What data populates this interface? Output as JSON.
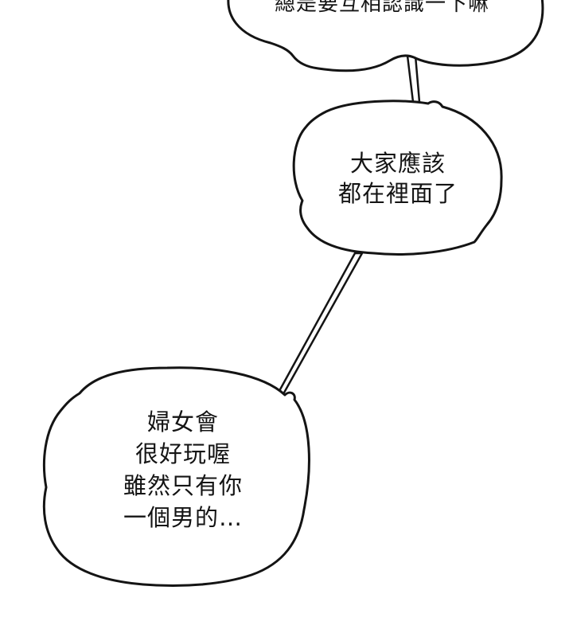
{
  "colors": {
    "background": "#ffffff",
    "outline": "#141414",
    "text": "#141414"
  },
  "bubbles": {
    "top": {
      "lines": [
        "總是要互相認識一下嘛"
      ]
    },
    "middle": {
      "lines": [
        "大家應該",
        "都在裡面了"
      ]
    },
    "bottom": {
      "lines": [
        "婦女會",
        "很好玩喔",
        "雖然只有你",
        "一個男的…"
      ]
    }
  }
}
